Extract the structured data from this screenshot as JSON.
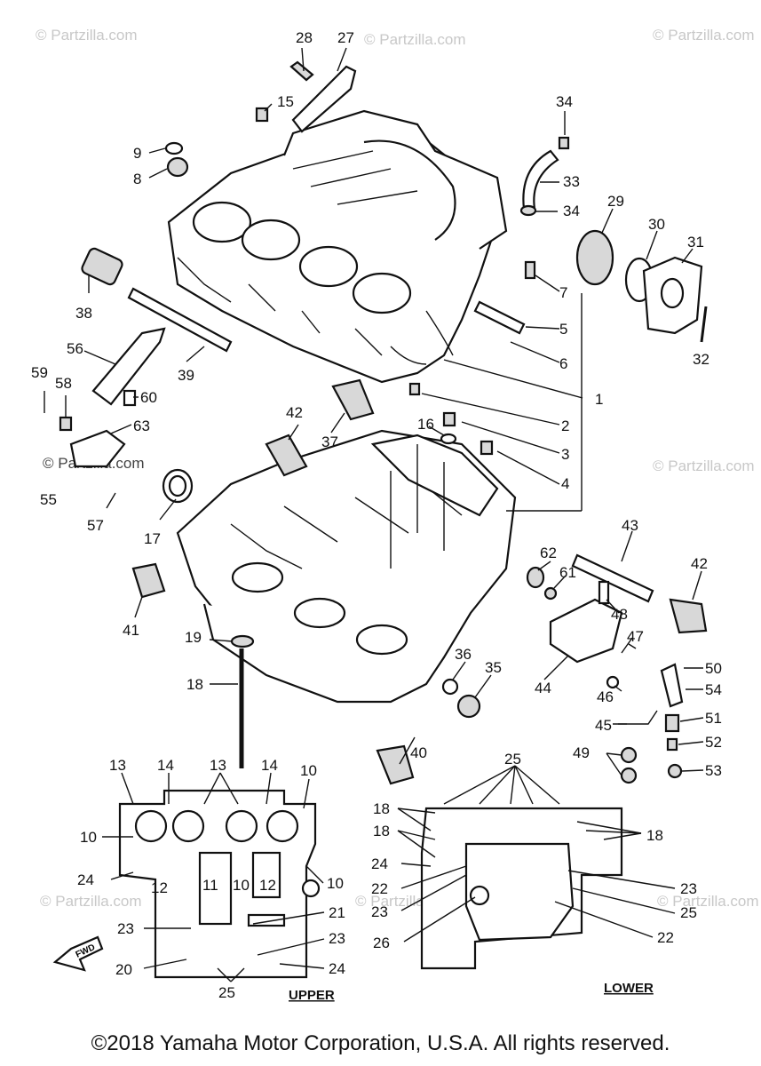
{
  "watermark": "© Partzilla.com",
  "captions": {
    "upper": "UPPER",
    "lower": "LOWER"
  },
  "fwd": "FWD",
  "copyright": "©2018 Yamaha Motor Corporation, U.S.A. All rights reserved.",
  "labels": {
    "n1": "1",
    "n2": "2",
    "n3": "3",
    "n4": "4",
    "n5": "5",
    "n6": "6",
    "n7": "7",
    "n8": "8",
    "n9": "9",
    "n15": "15",
    "n16": "16",
    "n17": "17",
    "n18": "18",
    "n19": "19",
    "n27": "27",
    "n28": "28",
    "n29": "29",
    "n30": "30",
    "n31": "31",
    "n32": "32",
    "n33": "33",
    "n34a": "34",
    "n34b": "34",
    "n35": "35",
    "n36": "36",
    "n37": "37",
    "n38": "38",
    "n39": "39",
    "n40": "40",
    "n41": "41",
    "n42a": "42",
    "n42b": "42",
    "n43": "43",
    "n44": "44",
    "n45": "45",
    "n46": "46",
    "n47": "47",
    "n48": "48",
    "n49": "49",
    "n50": "50",
    "n51": "51",
    "n52": "52",
    "n53": "53",
    "n54": "54",
    "n55": "55",
    "n56": "56",
    "n57": "57",
    "n58": "58",
    "n59": "59",
    "n60": "60",
    "n61": "61",
    "n62": "62",
    "n63": "63",
    "u13a": "13",
    "u14a": "14",
    "u13b": "13",
    "u14b": "14",
    "u10a": "10",
    "u10b": "10",
    "u24a": "24",
    "u12a": "12",
    "u11": "11",
    "u10c": "10",
    "u12b": "12",
    "u10d": "10",
    "u21": "21",
    "u23a": "23",
    "u23b": "23",
    "u20": "20",
    "u24b": "24",
    "u25": "25",
    "l25a": "25",
    "l18a": "18",
    "l18b": "18",
    "l18c": "18",
    "l24": "24",
    "l22a": "22",
    "l23a": "23",
    "l23b": "23",
    "l25b": "25",
    "l26": "26",
    "l22b": "22"
  }
}
